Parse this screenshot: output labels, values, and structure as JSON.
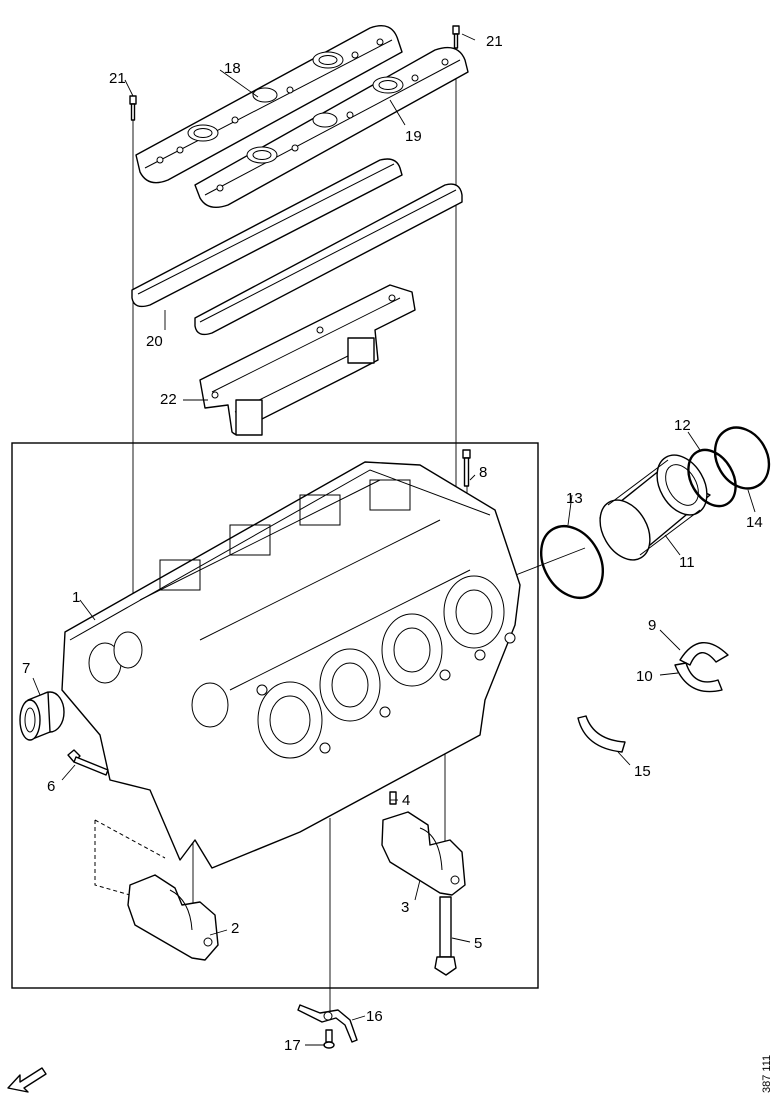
{
  "callouts": {
    "c1": "1",
    "c2": "2",
    "c3": "3",
    "c4": "4",
    "c5": "5",
    "c6": "6",
    "c7": "7",
    "c8": "8",
    "c9": "9",
    "c10": "10",
    "c11": "11",
    "c12": "12",
    "c13": "13",
    "c14": "14",
    "c15": "15",
    "c16": "16",
    "c17": "17",
    "c18": "18",
    "c19": "19",
    "c20": "20",
    "c21a": "21",
    "c21b": "21",
    "c22": "22"
  },
  "reference_number": "387 111",
  "icons": {
    "view_direction": "arrow-down-left-icon"
  }
}
